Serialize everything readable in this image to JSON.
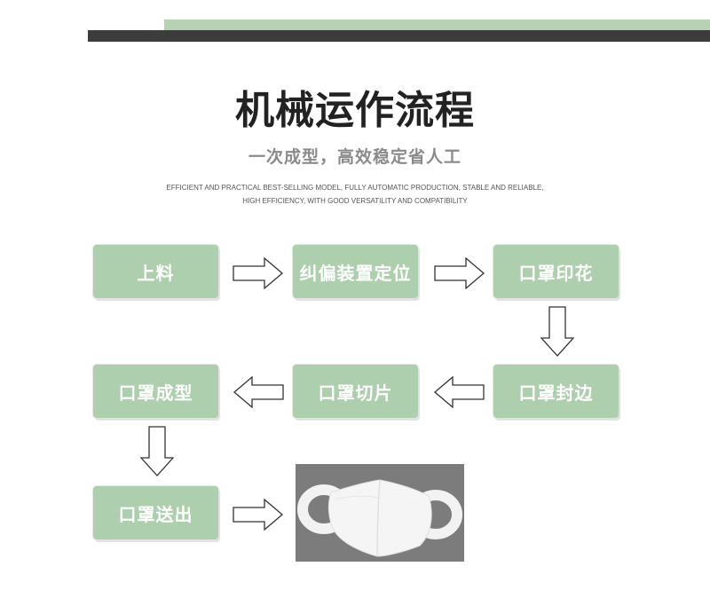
{
  "header": {
    "title": "机械运作流程",
    "subtitle": "一次成型，高效稳定省人工",
    "english_line1": "EFFICIENT AND PRACTICAL BEST-SELLING MODEL, FULLY AUTOMATIC PRODUCTION, STABLE AND RELIABLE,",
    "english_line2": "HIGH EFFICIENCY, WITH GOOD VERSATILITY AND COMPATIBILITY"
  },
  "steps": [
    {
      "label": "上料"
    },
    {
      "label": "纠偏装置定位"
    },
    {
      "label": "口罩印花"
    },
    {
      "label": "口罩封边"
    },
    {
      "label": "口罩切片"
    },
    {
      "label": "口罩成型"
    },
    {
      "label": "口罩送出"
    }
  ],
  "colors": {
    "box_fill": "#aecfad",
    "box_text": "#ffffff",
    "top_bar_dark": "#3c3c3c",
    "top_bar_green": "#b7d2b3",
    "photo_background": "#7c7c7c",
    "mask": "#f4f4f4"
  }
}
